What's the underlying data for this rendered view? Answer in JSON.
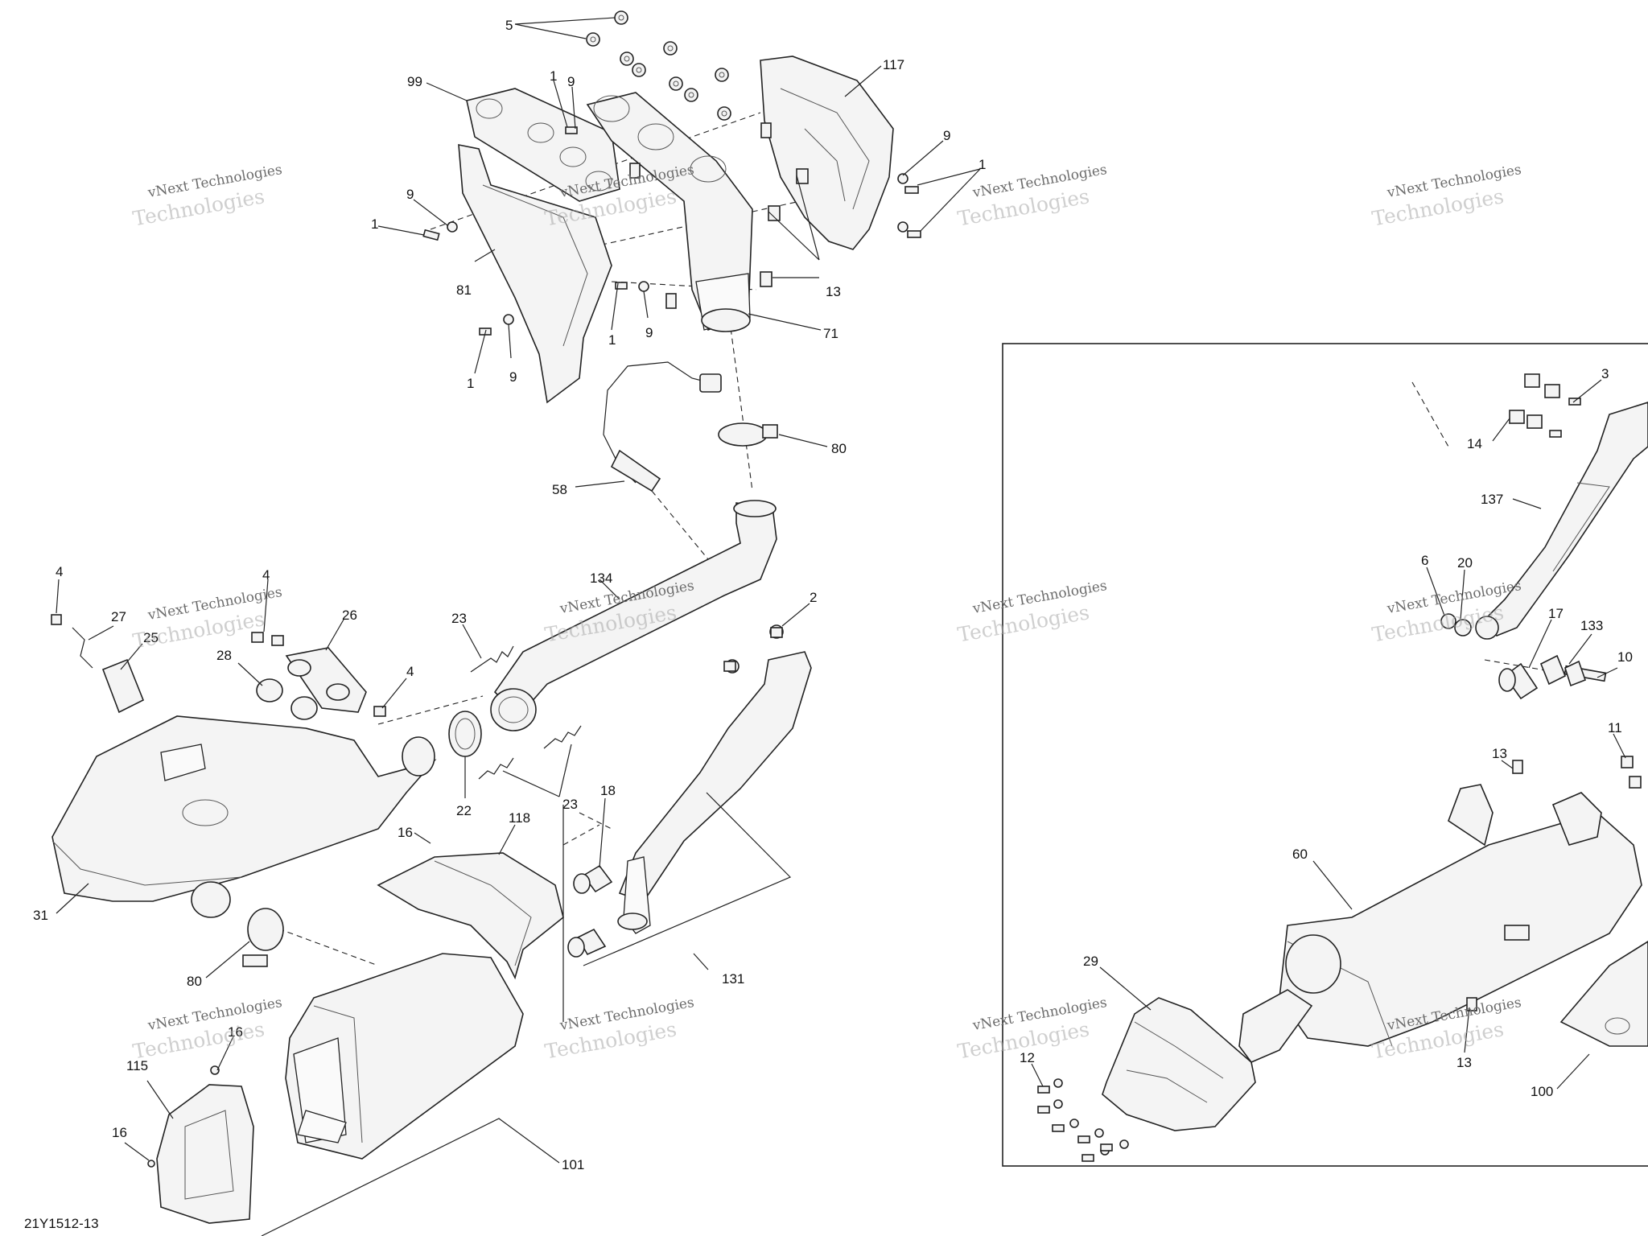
{
  "document_number": "21Y1512-13",
  "watermark": {
    "line1": "vNext Technologies",
    "line2": "Technologies"
  },
  "callouts": {
    "c5": "5",
    "c99": "99",
    "c1a": "1",
    "c9a": "9",
    "c117": "117",
    "c9b": "9",
    "c1b": "1",
    "c9c": "9",
    "c1c": "1",
    "c81": "81",
    "c13a": "13",
    "c71": "71",
    "c1d": "1",
    "c9d": "9",
    "c1e": "1",
    "c9e": "9",
    "c80a": "80",
    "c58": "58",
    "c134": "134",
    "c2": "2",
    "c4a": "4",
    "c4b": "4",
    "c27": "27",
    "c25": "25",
    "c26": "26",
    "c28": "28",
    "c4c": "4",
    "c23a": "23",
    "c22": "22",
    "c23b": "23",
    "c18": "18",
    "c118": "118",
    "c16a": "16",
    "c31": "31",
    "c80b": "80",
    "c131": "131",
    "c16b": "16",
    "c115": "115",
    "c16c": "16",
    "c101": "101",
    "c3": "3",
    "c14": "14",
    "c137": "137",
    "c6": "6",
    "c20": "20",
    "c17": "17",
    "c133": "133",
    "c10": "10",
    "c11": "11",
    "c13b": "13",
    "c60": "60",
    "c29": "29",
    "c12": "12",
    "c13c": "13",
    "c100": "100"
  }
}
